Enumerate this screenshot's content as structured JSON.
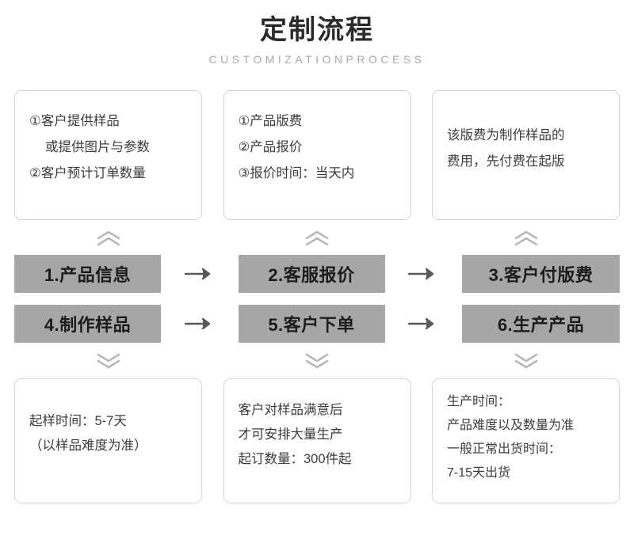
{
  "header": {
    "title_cn": "定制流程",
    "title_en": "CUSTOMIZATIONPROCESS"
  },
  "top_cards": [
    {
      "lines": [
        "①客户提供样品",
        "或提供图片与参数",
        "②客户预计订单数量"
      ]
    },
    {
      "lines": [
        "①产品版费",
        "②产品报价",
        "③报价时间：当天内"
      ]
    },
    {
      "lines": [
        "该版费为制作样品的",
        "费用，先付费在起版"
      ]
    }
  ],
  "steps_row_1": [
    {
      "label": "1.产品信息"
    },
    {
      "label": "2.客服报价"
    },
    {
      "label": "3.客户付版费"
    }
  ],
  "steps_row_2": [
    {
      "label": "4.制作样品"
    },
    {
      "label": "5.客户下单"
    },
    {
      "label": "6.生产产品"
    }
  ],
  "bottom_cards": [
    {
      "lines": [
        "起样时间：5-7天",
        "（以样品难度为准）"
      ]
    },
    {
      "lines": [
        "客户对样品满意后",
        "才可安排大量生产",
        "起订数量：300件起"
      ]
    },
    {
      "lines": [
        "生产时间：",
        "产品难度以及数量为准",
        "一般正常出货时间：",
        "7-15天出货"
      ]
    }
  ],
  "icons": {
    "chevron_up": "chevron-up-icon",
    "chevron_down": "chevron-down-icon",
    "arrow_right": "arrow-right-icon"
  },
  "colors": {
    "step_box_bg": "#a6a6a6",
    "card_border": "#d6d6d6",
    "title_en": "#a9a9a9",
    "chevron": "#b8b8b8",
    "arrow": "#5a5a5a"
  }
}
